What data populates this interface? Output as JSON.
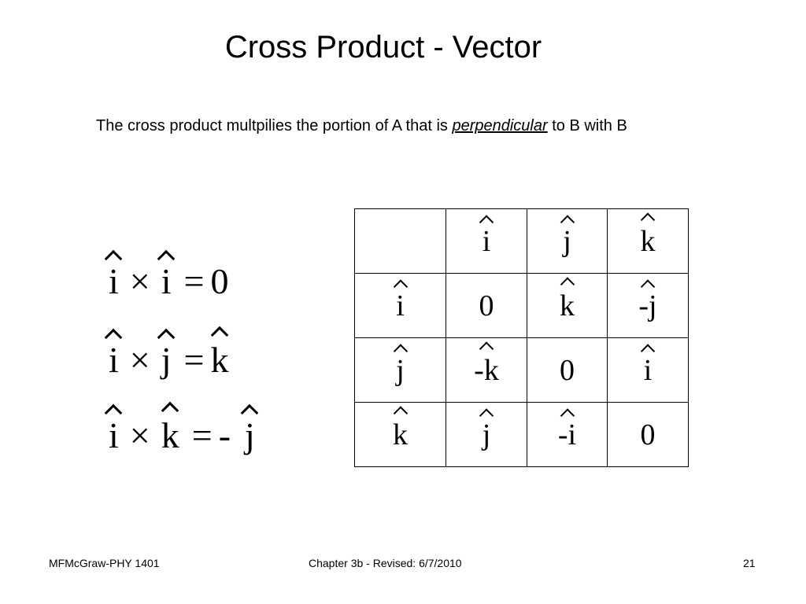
{
  "slide": {
    "title": "Cross Product - Vector",
    "intro": {
      "part1": "The cross product multpilies the portion of A that is ",
      "emphasis": "perpendicular",
      "part2": " to B with B"
    }
  },
  "equations": [
    {
      "a": "i",
      "op": "×",
      "b": "i",
      "eq": "=",
      "neg": "",
      "result": "0",
      "result_hat": false
    },
    {
      "a": "i",
      "op": "×",
      "b": "j",
      "eq": "=",
      "neg": "",
      "result": "k",
      "result_hat": true
    },
    {
      "a": "i",
      "op": "×",
      "b": "k",
      "eq": "=",
      "neg": "-",
      "result": "j",
      "result_hat": true
    }
  ],
  "table": {
    "header": [
      "",
      "i",
      "j",
      "k"
    ],
    "rows": [
      [
        "i",
        "0",
        "k",
        "-j"
      ],
      [
        "j",
        "-k",
        "0",
        "i"
      ],
      [
        "k",
        "j",
        "-i",
        "0"
      ]
    ]
  },
  "footer": {
    "left": "MFMcGraw-PHY 1401",
    "center": "Chapter 3b - Revised: 6/7/2010",
    "page_number": "21"
  }
}
